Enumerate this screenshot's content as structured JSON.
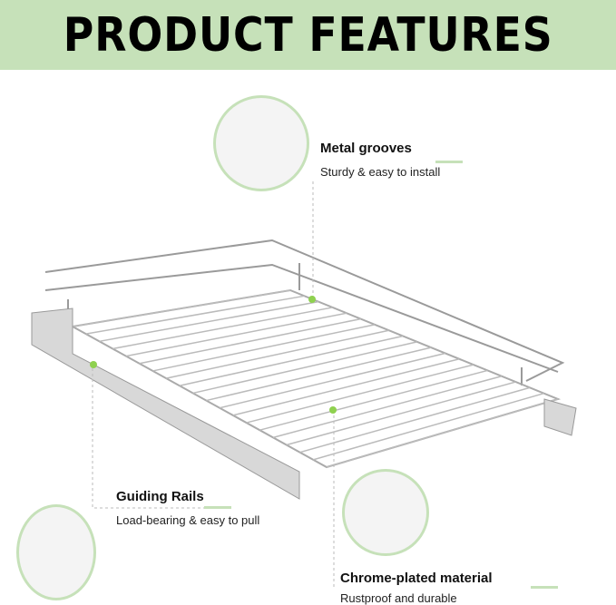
{
  "header": {
    "title": "PRODUCT FEATURES"
  },
  "features": [
    {
      "title": "Metal grooves",
      "subtitle": "Sturdy & easy to install"
    },
    {
      "title": "Guiding Rails",
      "subtitle": "Load-bearing & easy to pull"
    },
    {
      "title": "Chrome-plated material",
      "subtitle": "Rustproof and durable"
    }
  ],
  "colors": {
    "accent": "#c6e1b9",
    "dot": "#8fd14f"
  }
}
